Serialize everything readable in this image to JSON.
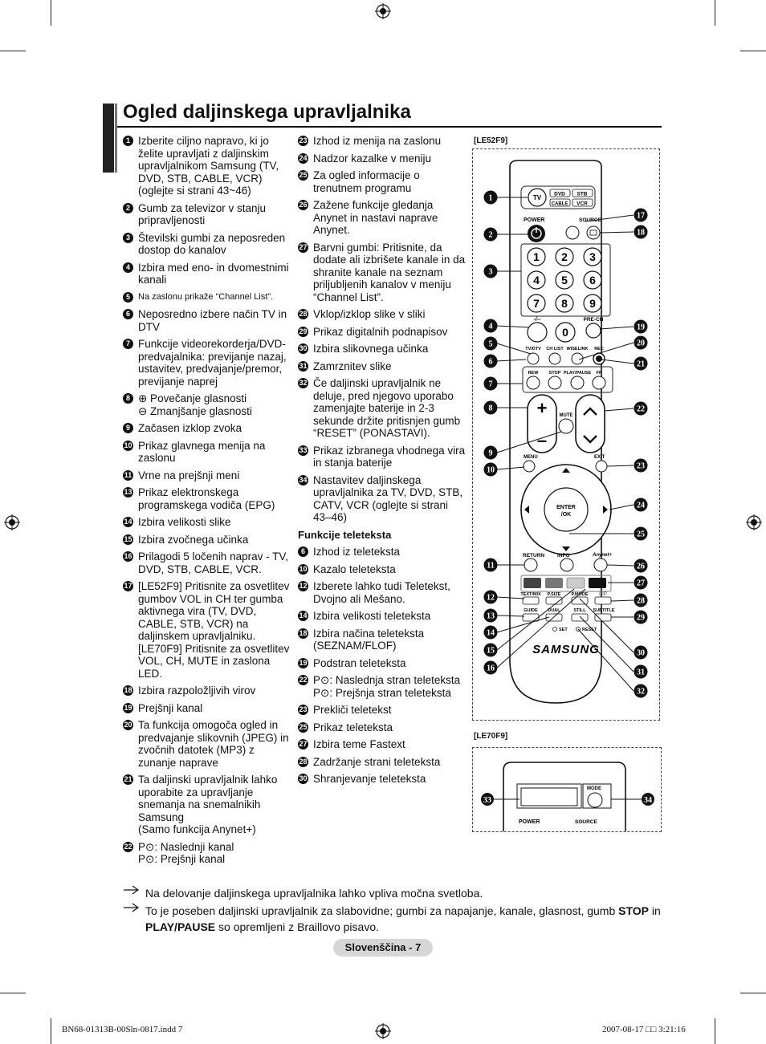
{
  "page": {
    "title": "Ogled daljinskega upravljalnika",
    "footer_label": "Slovenščina - 7",
    "slug_left": "BN68-01313B-00Sln-0817.indd   7",
    "slug_right": "2007-08-17   □□ 3:21:16"
  },
  "left_list": [
    {
      "num": "1",
      "text": "Izberite ciljno napravo, ki jo želite upravljati z daljinskim upravljalnikom Samsung (TV, DVD, STB, CABLE, VCR) (oglejte si strani 43~46)"
    },
    {
      "num": "2",
      "text": "Gumb za televizor v stanju pripravljenosti"
    },
    {
      "num": "3",
      "text": "Številski gumbi za neposreden dostop do kanalov"
    },
    {
      "num": "4",
      "text": "Izbira med eno- in dvomestnimi kanali"
    },
    {
      "num": "5",
      "text": "Na zaslonu prikaže “Channel List”."
    },
    {
      "num": "6",
      "text": "Neposredno izbere način TV in DTV"
    },
    {
      "num": "7",
      "text": "Funkcije videorekorderja/DVD-predvajalnika: previjanje nazaj, ustavitev, predvajanje/premor, previjanje naprej"
    },
    {
      "num": "8",
      "text": "⊕ Povečanje glasnosti",
      "text2": "⊖ Zmanjšanje glasnosti"
    },
    {
      "num": "9",
      "text": "Začasen izklop zvoka"
    },
    {
      "num": "10",
      "text": "Prikaz glavnega menija na zaslonu"
    },
    {
      "num": "11",
      "text": "Vrne na prejšnji meni"
    },
    {
      "num": "13",
      "text": "Prikaz elektronskega programskega vodiča (EPG)"
    },
    {
      "num": "14",
      "text": "Izbira velikosti slike"
    },
    {
      "num": "15",
      "text": "Izbira zvočnega učinka"
    },
    {
      "num": "16",
      "text": "Prilagodi 5 ločenih naprav - TV, DVD, STB, CABLE, VCR."
    },
    {
      "num": "17",
      "text": "[LE52F9] Pritisnite za osvetlitev gumbov VOL in CH ter gumba aktivnega vira (TV, DVD, CABLE, STB, VCR) na daljinskem upravljalniku.",
      "text2": "[LE70F9] Pritisnite za osvetlitev VOL, CH, MUTE in zaslona LED."
    },
    {
      "num": "18",
      "text": "Izbira razpoložljivih virov"
    },
    {
      "num": "19",
      "text": "Prejšnji kanal"
    },
    {
      "num": "20",
      "text": "Ta funkcija omogoča ogled in predvajanje slikovnih (JPEG) in zvočnih datotek (MP3) z zunanje naprave"
    },
    {
      "num": "21",
      "text": "Ta daljinski upravljalnik lahko uporabite za upravljanje snemanja na snemalnikih Samsung",
      "text2": "(Samo funkcija Anynet+)"
    },
    {
      "num": "22",
      "text": "P⊙: Naslednji kanal",
      "text2": "P⊙: Prejšnji kanal"
    }
  ],
  "mid_list": [
    {
      "num": "23",
      "text": "Izhod iz menija na zaslonu"
    },
    {
      "num": "24",
      "text": "Nadzor kazalke v meniju"
    },
    {
      "num": "25",
      "text": "Za ogled informacije o trenutnem programu"
    },
    {
      "num": "26",
      "text": "Zažene funkcije gledanja Anynet in nastavi naprave Anynet."
    },
    {
      "num": "27",
      "text": "Barvni gumbi: Pritisnite, da dodate ali izbrišete kanale in da shranite kanale na seznam priljubljenih kanalov v meniju “Channel List”."
    },
    {
      "num": "28",
      "text": "Vklop/izklop slike v sliki"
    },
    {
      "num": "29",
      "text": "Prikaz digitalnih podnapisov"
    },
    {
      "num": "30",
      "text": "Izbira slikovnega učinka"
    },
    {
      "num": "31",
      "text": "Zamrznitev slike"
    },
    {
      "num": "32",
      "text": "Če daljinski upravljalnik ne deluje, pred njegovo uporabo zamenjajte baterije in 2-3 sekunde držite pritisnjen gumb “RESET” (PONASTAVI)."
    },
    {
      "num": "33",
      "text": "Prikaz izbranega vhodnega vira in stanja baterije"
    },
    {
      "num": "34",
      "text": "Nastavitev daljinskega upravljalnika za TV, DVD, STB, CATV, VCR (oglejte si strani 43–46)"
    }
  ],
  "teletext": {
    "heading": "Funkcije teleteksta",
    "items": [
      {
        "num": "6",
        "text": "Izhod iz teleteksta"
      },
      {
        "num": "10",
        "text": "Kazalo teleteksta"
      },
      {
        "num": "12",
        "text": "Izberete lahko tudi Teletekst, Dvojno ali Mešano."
      },
      {
        "num": "14",
        "text": "Izbira velikosti teleteksta"
      },
      {
        "num": "18",
        "text": "Izbira načina teleteksta (SEZNAM/FLOF)"
      },
      {
        "num": "19",
        "text": "Podstran teleteksta"
      },
      {
        "num": "22",
        "text": "P⊙: Naslednja stran teleteksta",
        "text2": "P⊙: Prejšnja stran teleteksta"
      },
      {
        "num": "23",
        "text": "Prekliči teletekst"
      },
      {
        "num": "25",
        "text": "Prikaz teleteksta"
      },
      {
        "num": "27",
        "text": "Izbira teme Fastext"
      },
      {
        "num": "28",
        "text": "Zadržanje strani teleteksta"
      },
      {
        "num": "30",
        "text": "Shranjevanje teleteksta"
      }
    ]
  },
  "remote": {
    "label_le52": "[LE52F9]",
    "label_le70": "[LE70F9]",
    "keys": {
      "tv": "TV",
      "dvd": "DVD",
      "stb": "STB",
      "cable": "CABLE",
      "vcr": "VCR",
      "power": "POWER",
      "source": "SOURCE",
      "digits": [
        "1",
        "2",
        "3",
        "4",
        "5",
        "6",
        "7",
        "8",
        "9",
        "0"
      ],
      "dash": "-/--",
      "prech": "PRE-CH",
      "tvdtv": "TV/DTV",
      "chlist": "CH LIST",
      "wiselink": "WISELINK",
      "rec": "REC",
      "rew": "REW",
      "stop": "STOP",
      "playpause": "PLAY/PAUSE",
      "ff": "FF",
      "mute": "MUTE",
      "menu": "MENU",
      "exit": "EXIT",
      "enter": "ENTER",
      "ok": "/OK",
      "return": "RETURN",
      "info": "INFO",
      "anynet": "Anynet+",
      "textmix": "TEXT/MIX",
      "psize": "P.SIZE",
      "pmode": "P.MODE",
      "pip": "PIP",
      "guide": "GUIDE",
      "dual": "DUAL",
      "still": "STILL",
      "subtitle": "SUBTITLE",
      "set": "SET",
      "reset": "RESET",
      "brand": "SAMSUNG",
      "mode": "MODE"
    },
    "callouts_left": [
      "1",
      "2",
      "3",
      "4",
      "5",
      "6",
      "7",
      "8",
      "9",
      "10",
      "11",
      "12",
      "13",
      "14",
      "15",
      "16"
    ],
    "callouts_right": [
      "17",
      "18",
      "19",
      "20",
      "21",
      "22",
      "23",
      "24",
      "25",
      "26",
      "27",
      "28",
      "29",
      "30",
      "31",
      "32"
    ],
    "callouts_le70": [
      "33",
      "34"
    ]
  },
  "notes": [
    {
      "text": "Na delovanje daljinskega upravljalnika lahko vpliva močna svetloba."
    },
    {
      "t1": "To je poseben daljinski upravljalnik za slabovidne; gumbi za napajanje, kanale, glasnost, gumb ",
      "b1": "STOP",
      "t2": " in ",
      "b2": "PLAY/PAUSE",
      "t3": " so opremljeni z Braillovo pisavo."
    }
  ]
}
